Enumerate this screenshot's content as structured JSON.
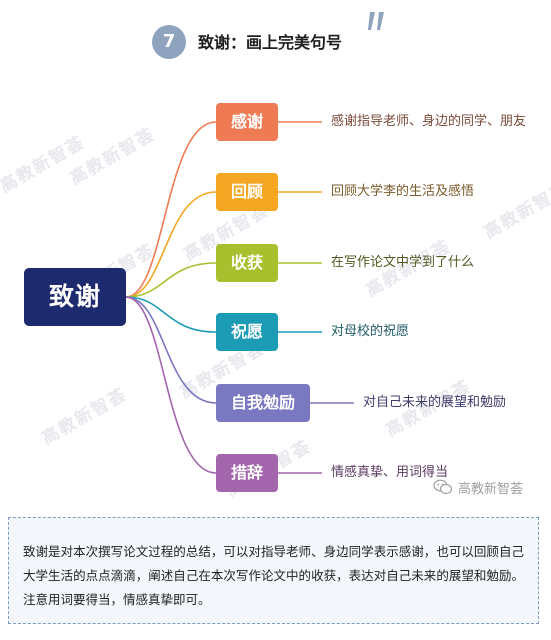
{
  "header": {
    "number": "7",
    "title": "致谢：画上完美句号",
    "accent": "#8fa3bf"
  },
  "root": {
    "label": "致谢",
    "color": "#1e2a6e"
  },
  "branches": [
    {
      "label": "感谢",
      "desc": "感谢指导老师、身边的同学、朋友",
      "color": "#ef7b55",
      "text_color": "#7a4a3a"
    },
    {
      "label": "回顾",
      "desc": "回顾大学李的生活及感悟",
      "color": "#f5a623",
      "text_color": "#7a5a2a"
    },
    {
      "label": "收获",
      "desc": "在写作论文中学到了什么",
      "color": "#a8c02d",
      "text_color": "#4e5a22"
    },
    {
      "label": "祝愿",
      "desc": "对母校的祝愿",
      "color": "#1c9bb5",
      "text_color": "#1f5a66"
    },
    {
      "label": "自我勉励",
      "desc": "对自己未来的展望和勉励",
      "color": "#7b78c2",
      "text_color": "#3f3d6a"
    },
    {
      "label": "措辞",
      "desc": "情感真挚、用词得当",
      "color": "#a366ad",
      "text_color": "#5a3a60"
    }
  ],
  "watermark": "高教新智荟",
  "source": {
    "name": "高教新智荟",
    "icon": "wechat-icon"
  },
  "note": "致谢是对本次撰写论文过程的总结，可以对指导老师、身边同学表示感谢，也可以回顾自己大学生活的点点滴滴，阐述自己在本次写作论文中的收获，表达对自己未来的展望和勉励。注意用词要得当，情感真挚即可。"
}
